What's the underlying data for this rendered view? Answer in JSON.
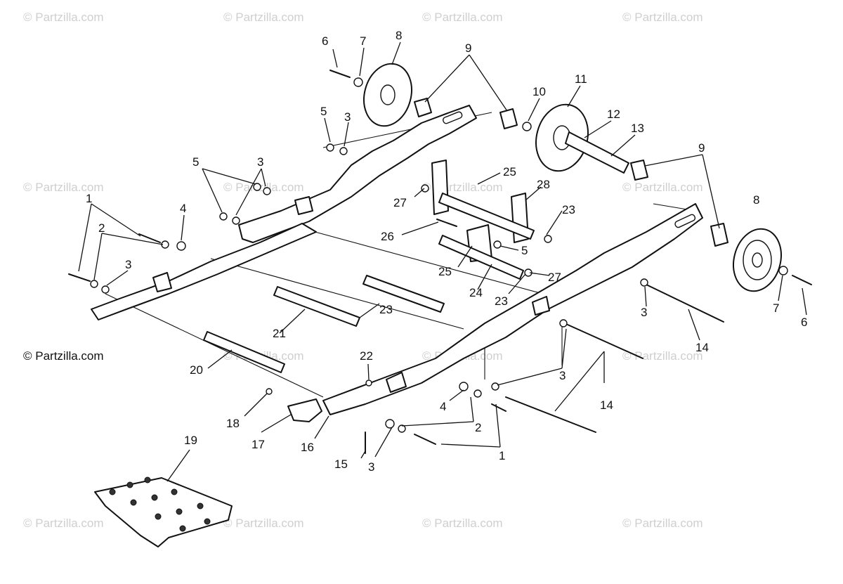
{
  "copyright": "© Partzilla.com",
  "watermark_text": "© Partzilla.com",
  "callouts": [
    "1",
    "2",
    "3",
    "4",
    "5",
    "6",
    "7",
    "8",
    "9",
    "10",
    "11",
    "12",
    "13",
    "14",
    "15",
    "16",
    "17",
    "18",
    "19",
    "20",
    "21",
    "22",
    "23",
    "24",
    "25",
    "26",
    "27",
    "28"
  ],
  "colors": {
    "ink": "#111111",
    "watermark": "#cfcfcf",
    "background": "#ffffff"
  }
}
